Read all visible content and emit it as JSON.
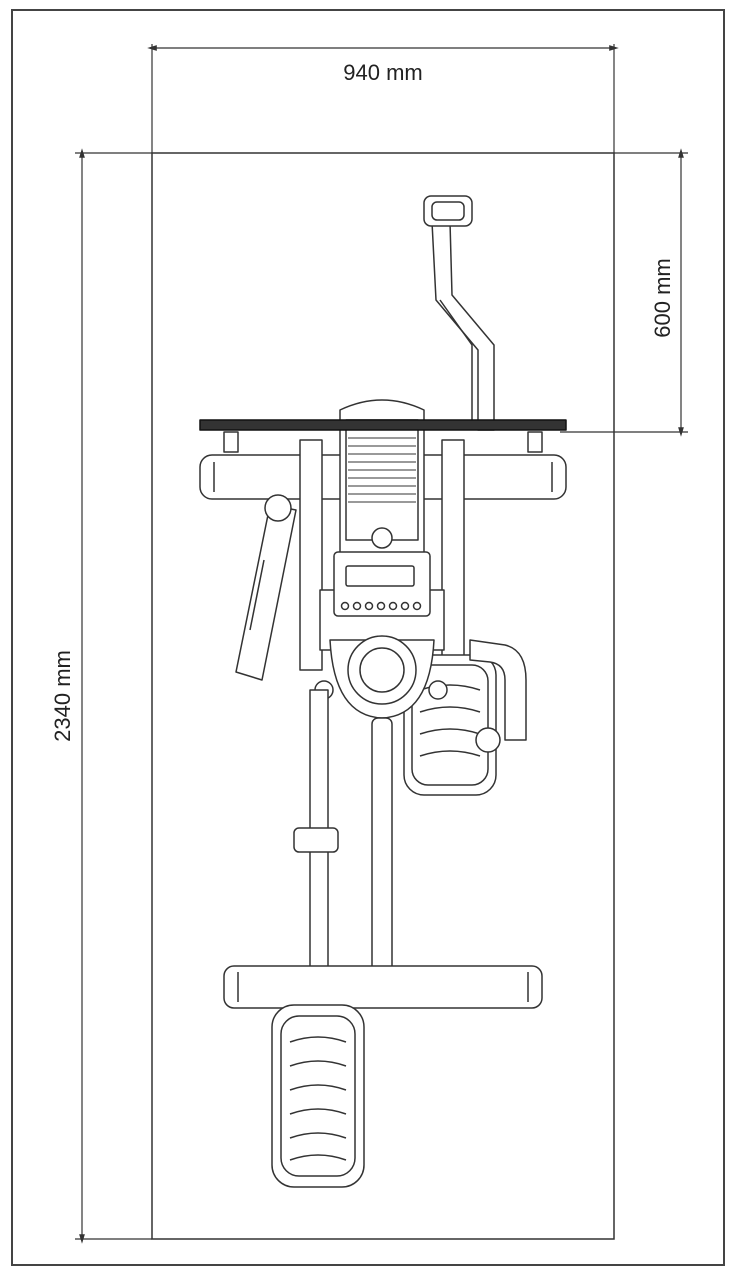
{
  "dimensions": {
    "width_label": "940 mm",
    "length_label": "2340 mm",
    "handle_offset_label": "600 mm"
  },
  "colors": {
    "line": "#333333",
    "border": "#444444",
    "background": "#ffffff"
  }
}
